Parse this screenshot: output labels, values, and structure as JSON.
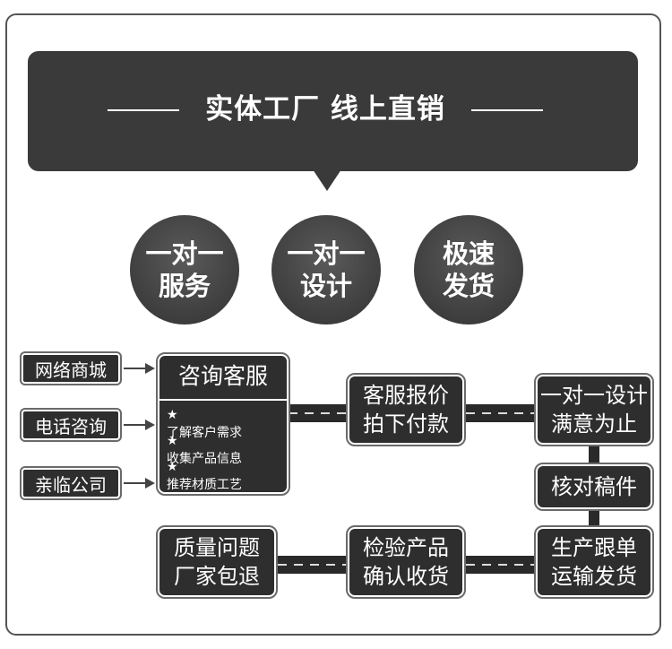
{
  "banner": {
    "title": "实体工厂  线上直销"
  },
  "features": [
    {
      "line1": "一对一",
      "line2": "服务"
    },
    {
      "line1": "一对一",
      "line2": "设计"
    },
    {
      "line1": "极速",
      "line2": "发货"
    }
  ],
  "sources": [
    "网络商城",
    "电话咨询",
    "亲临公司"
  ],
  "consult": {
    "title": "咨询客服",
    "star_icon": "★",
    "items": [
      "了解客户需求",
      "收集产品信息",
      "推荐材质工艺"
    ]
  },
  "steps": {
    "quote": {
      "line1": "客服报价",
      "line2": "拍下付款"
    },
    "design": {
      "line1": "一对一设计",
      "line2": "满意为止"
    },
    "verify": {
      "line1": "核对稿件"
    },
    "produce": {
      "line1": "生产跟单",
      "line2": "运输发货"
    },
    "inspect": {
      "line1": "检验产品",
      "line2": "确认收货"
    },
    "quality": {
      "line1": "质量问题",
      "line2": "厂家包退"
    }
  },
  "colors": {
    "box": "#2e2e2e",
    "banner": "#3a3a3a",
    "text": "#ffffff"
  }
}
